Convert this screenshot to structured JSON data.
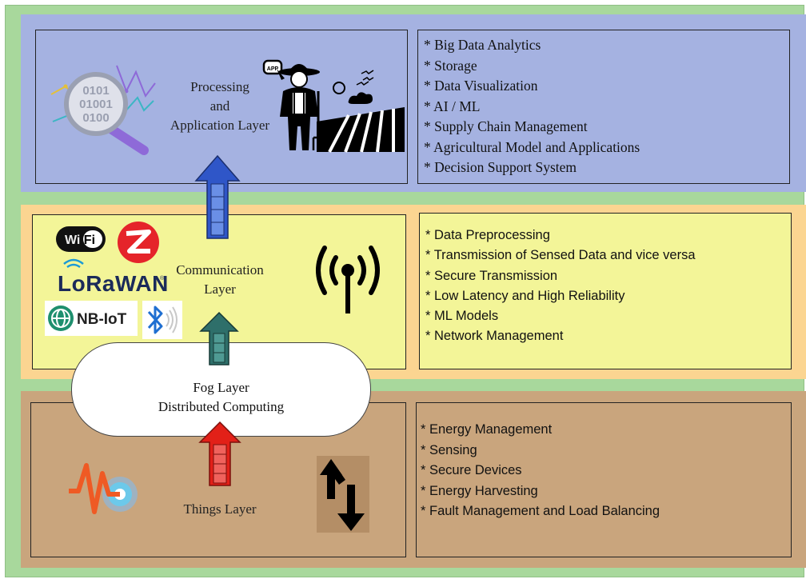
{
  "layers": {
    "processing": {
      "label_lines": [
        "Processing",
        "and",
        "Application Layer"
      ],
      "items": [
        "* Big Data Analytics",
        "* Storage",
        "* Data Visualization",
        "* AI / ML",
        "* Supply Chain Management",
        "* Agricultural Model and Applications",
        "* Decision Support System"
      ]
    },
    "communication": {
      "label_lines": [
        "Communication",
        "Layer"
      ],
      "items": [
        "* Data Preprocessing",
        "* Transmission of Sensed Data and vice versa",
        "* Secure Transmission",
        "* Low Latency and High Reliability",
        "* ML Models",
        "* Network Management"
      ]
    },
    "fog": {
      "label_lines": [
        "Fog Layer",
        "Distributed Computing"
      ]
    },
    "things": {
      "label": "Things Layer",
      "items": [
        "* Energy Management",
        "* Sensing",
        "* Secure Devices",
        "* Energy Harvesting",
        "* Fault Management and Load Balancing"
      ]
    }
  },
  "logos": {
    "wifi": "Wi Fi",
    "lorawan": "LoRaWAN",
    "lorawan_tm": "®",
    "nbiot": "NB-IoT",
    "binary": [
      "0101",
      "01001",
      "0100"
    ],
    "app_tag": "APP"
  },
  "colors": {
    "outer": "#a8d89c",
    "processing_band": "#a5b2e1",
    "communication_band": "#fbd591",
    "communication_box": "#f3f598",
    "things_band": "#c9a57d",
    "arrow_blue": "#2f56c8",
    "arrow_teal": "#2e6f6a",
    "arrow_red": "#e22018"
  },
  "icons": [
    "data-analytics-icon",
    "farmer-icon",
    "field-icon",
    "wifi-logo",
    "zigbee-logo",
    "lorawan-logo",
    "nbiot-logo",
    "bluetooth-icon",
    "antenna-icon",
    "sensor-pulse-icon",
    "up-down-arrows-icon"
  ]
}
